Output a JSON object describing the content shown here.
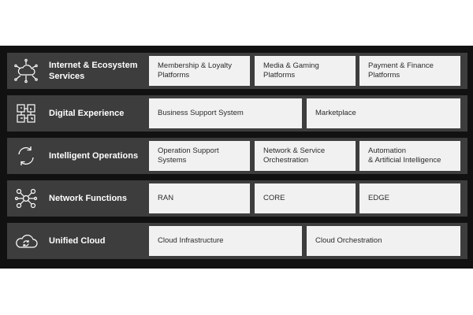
{
  "colors": {
    "background": "#111111",
    "row": "#3d3d3d",
    "cell": "#f1f1f1",
    "text_light": "#ffffff",
    "text_dark": "#2b2b2b"
  },
  "layers": [
    {
      "title": "Internet & Ecosystem\nServices",
      "icon": "network-cloud-icon",
      "items": [
        "Membership & Loyalty\nPlatforms",
        "Media & Gaming Platforms",
        "Payment & Finance\nPlatforms"
      ]
    },
    {
      "title": "Digital Experience",
      "icon": "circuit-icon",
      "items": [
        "Business Support System",
        "Marketplace"
      ]
    },
    {
      "title": "Intelligent Operations",
      "icon": "cycle-arrows-icon",
      "items": [
        "Operation Support\nSystems",
        "Network & Service\nOrchestration",
        "Automation\n& Artificial Intelligence"
      ]
    },
    {
      "title": "Network Functions",
      "icon": "network-nodes-icon",
      "items": [
        "RAN",
        "CORE",
        "EDGE"
      ]
    },
    {
      "title": "Unified Cloud",
      "icon": "cloud-sync-icon",
      "items": [
        "Cloud Infrastructure",
        "Cloud Orchestration"
      ]
    }
  ]
}
